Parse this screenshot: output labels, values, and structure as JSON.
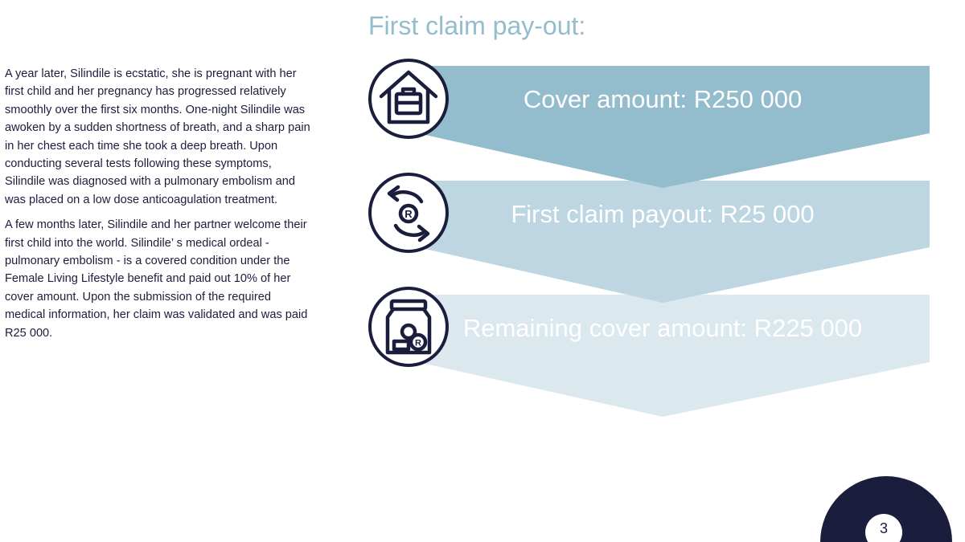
{
  "body": {
    "paragraph_1": "A year later, Silindile is ecstatic, she is pregnant with her first child and her pregnancy has progressed relatively smoothly over the first six months. One-night Silindile was awoken by a sudden shortness of breath, and a sharp pain in her chest each time she took a deep breath. Upon conducting several tests following these symptoms, Silindile was diagnosed with a pulmonary embolism and was placed on a low dose anticoagulation treatment.",
    "paragraph_2": "A few months later, Silindile and her partner welcome their first child into the world. Silindile’ s medical ordeal - pulmonary embolism - is a covered condition under the Female Living Lifestyle benefit and paid out 10% of her cover amount. Upon the submission of the required medical information, her claim was validated and was paid R25 000."
  },
  "diagram": {
    "title": "First claim pay-out:",
    "steps": [
      {
        "label": "Cover amount: R250 000",
        "icon": "house-briefcase-icon",
        "color": "#93bccd"
      },
      {
        "label": "First claim payout: R25 000",
        "icon": "currency-exchange-icon",
        "color": "#bdd6e1"
      },
      {
        "label": "Remaining cover amount: R225 000",
        "icon": "savings-jar-icon",
        "color": "#dbe8ee"
      }
    ]
  },
  "footer": {
    "page_number": "3"
  },
  "colors": {
    "navy": "#1b1d3d",
    "accent": "#93bccd"
  }
}
